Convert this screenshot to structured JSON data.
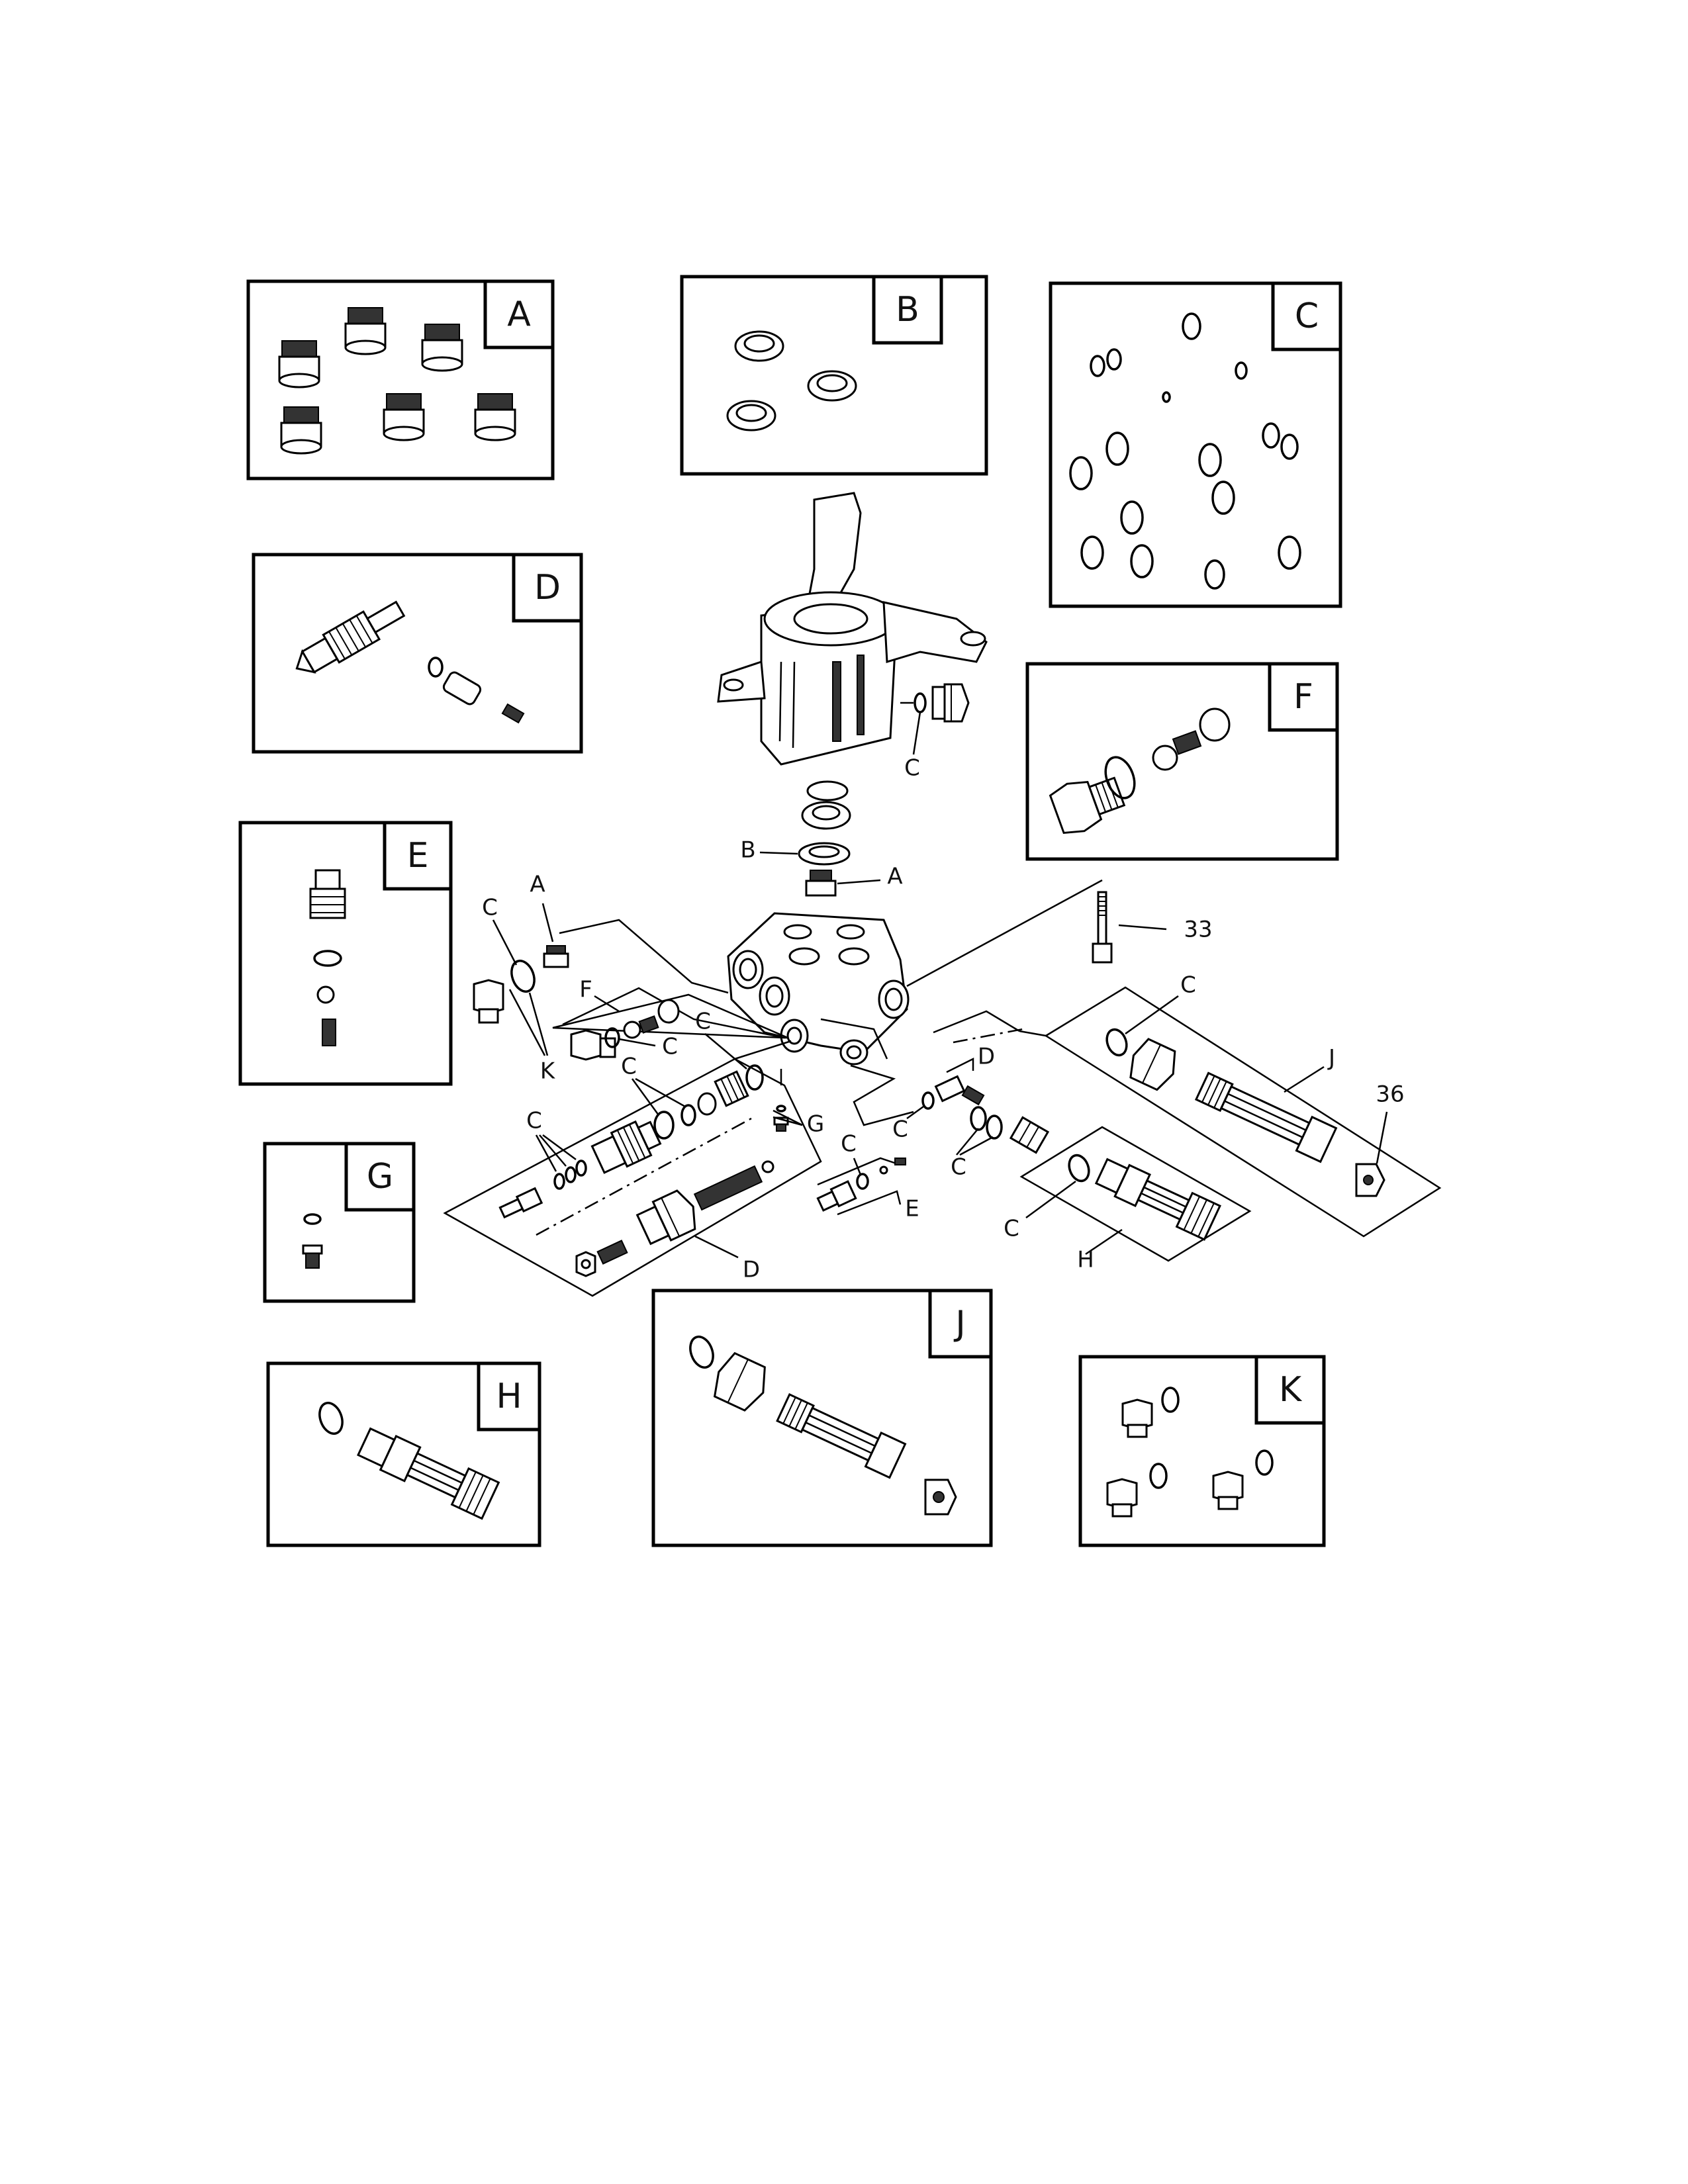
{
  "kits": [
    {
      "key": "A",
      "label": "A"
    },
    {
      "key": "B",
      "label": "B"
    },
    {
      "key": "C",
      "label": "C"
    },
    {
      "key": "D",
      "label": "D"
    },
    {
      "key": "E",
      "label": "E"
    },
    {
      "key": "F",
      "label": "F"
    },
    {
      "key": "G",
      "label": "G"
    },
    {
      "key": "H",
      "label": "H"
    },
    {
      "key": "J",
      "label": "J"
    },
    {
      "key": "K",
      "label": "K"
    }
  ],
  "callouts": {
    "c_head": "C",
    "b_seal": "B",
    "a_valve": "A",
    "a_left": "A",
    "c_left": "C",
    "k_left": "K",
    "f_group": "F",
    "c_f": "C",
    "c_mid": "C",
    "c_unloader": "C",
    "c_stem": "C",
    "g_screw": "G",
    "d_right": "D",
    "c_d_right": "C",
    "c_e": "C",
    "e_group": "E",
    "c_lower": "C",
    "d_unloader": "D",
    "c_j": "C",
    "j_group": "J",
    "part_36": "36",
    "c_h": "C",
    "h_group": "H",
    "part_33": "33"
  },
  "icons": [
    "pump-head",
    "manifold",
    "valve",
    "seal",
    "o-ring",
    "plug",
    "spring",
    "ball",
    "screw",
    "bolt",
    "unloader",
    "injector",
    "filter-tube"
  ]
}
